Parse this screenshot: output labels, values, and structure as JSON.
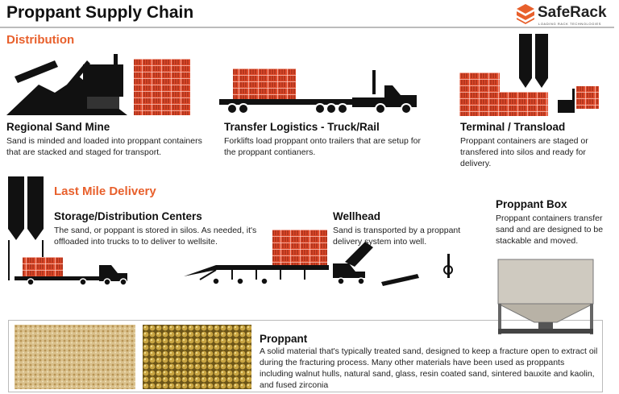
{
  "header": {
    "title": "Proppant Supply Chain",
    "logo": {
      "name": "SafeRack",
      "tagline": "LOADING RACK TECHNOLOGIES"
    }
  },
  "colors": {
    "accent": "#e8602c",
    "container": "#e04a2a",
    "ink": "#111111"
  },
  "distribution": {
    "heading": "Distribution",
    "steps": [
      {
        "title": "Regional Sand Mine",
        "desc": "Sand is minded and loaded into proppant containers that are stacked and staged for transport.",
        "icon": "sand-mine-icon"
      },
      {
        "title": "Transfer Logistics - Truck/Rail",
        "desc": "Forklifts load proppant onto trailers that are setup for the proppant contianers.",
        "icon": "truck-trailer-icon"
      },
      {
        "title": "Terminal / Transload",
        "desc": "Proppant containers are staged or transfered into silos and ready for delivery.",
        "icon": "terminal-silo-icon"
      }
    ]
  },
  "last_mile": {
    "heading": "Last Mile Delivery",
    "steps": [
      {
        "title": "Storage/Distribution Centers",
        "desc": "The sand, or poppant is stored in silos. As needed, it's offloaded into trucks to to deliver to wellsite.",
        "icon": "silo-icon"
      },
      {
        "title": "Wellhead",
        "desc": "Sand is transported by a proppant delivery system into well.",
        "icon": "wellhead-icon"
      },
      {
        "title": "Proppant Box",
        "desc": "Proppant containers transfer sand and are designed to be stackable and moved.",
        "icon": "proppant-box-icon"
      }
    ]
  },
  "proppant": {
    "title": "Proppant",
    "desc": "A solid material that's typically treated sand, designed to keep a fracture open to extract oil during the fracturing process. Many other materials have been used as proppants including walnut hulls, natural sand, glass, resin coated sand, sintered bauxite and kaolin, and fused zirconia"
  }
}
